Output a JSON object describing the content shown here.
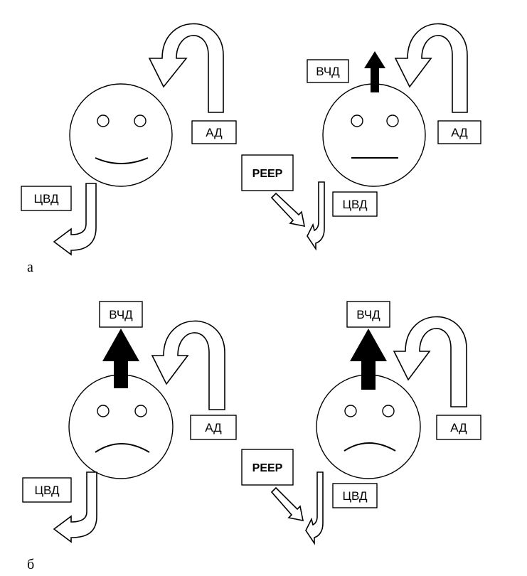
{
  "panels": {
    "a": {
      "letter": "а",
      "left": {
        "ad": "АД",
        "cvd": "ЦВД"
      },
      "peep": "PEEP",
      "right": {
        "vchd": "ВЧД",
        "ad": "АД",
        "cvd": "ЦВД"
      }
    },
    "b": {
      "letter": "б",
      "left": {
        "vchd": "ВЧД",
        "ad": "АД",
        "cvd": "ЦВД"
      },
      "peep": "PEEP",
      "right": {
        "vchd": "ВЧД",
        "ad": "АД",
        "cvd": "ЦВД"
      }
    }
  }
}
